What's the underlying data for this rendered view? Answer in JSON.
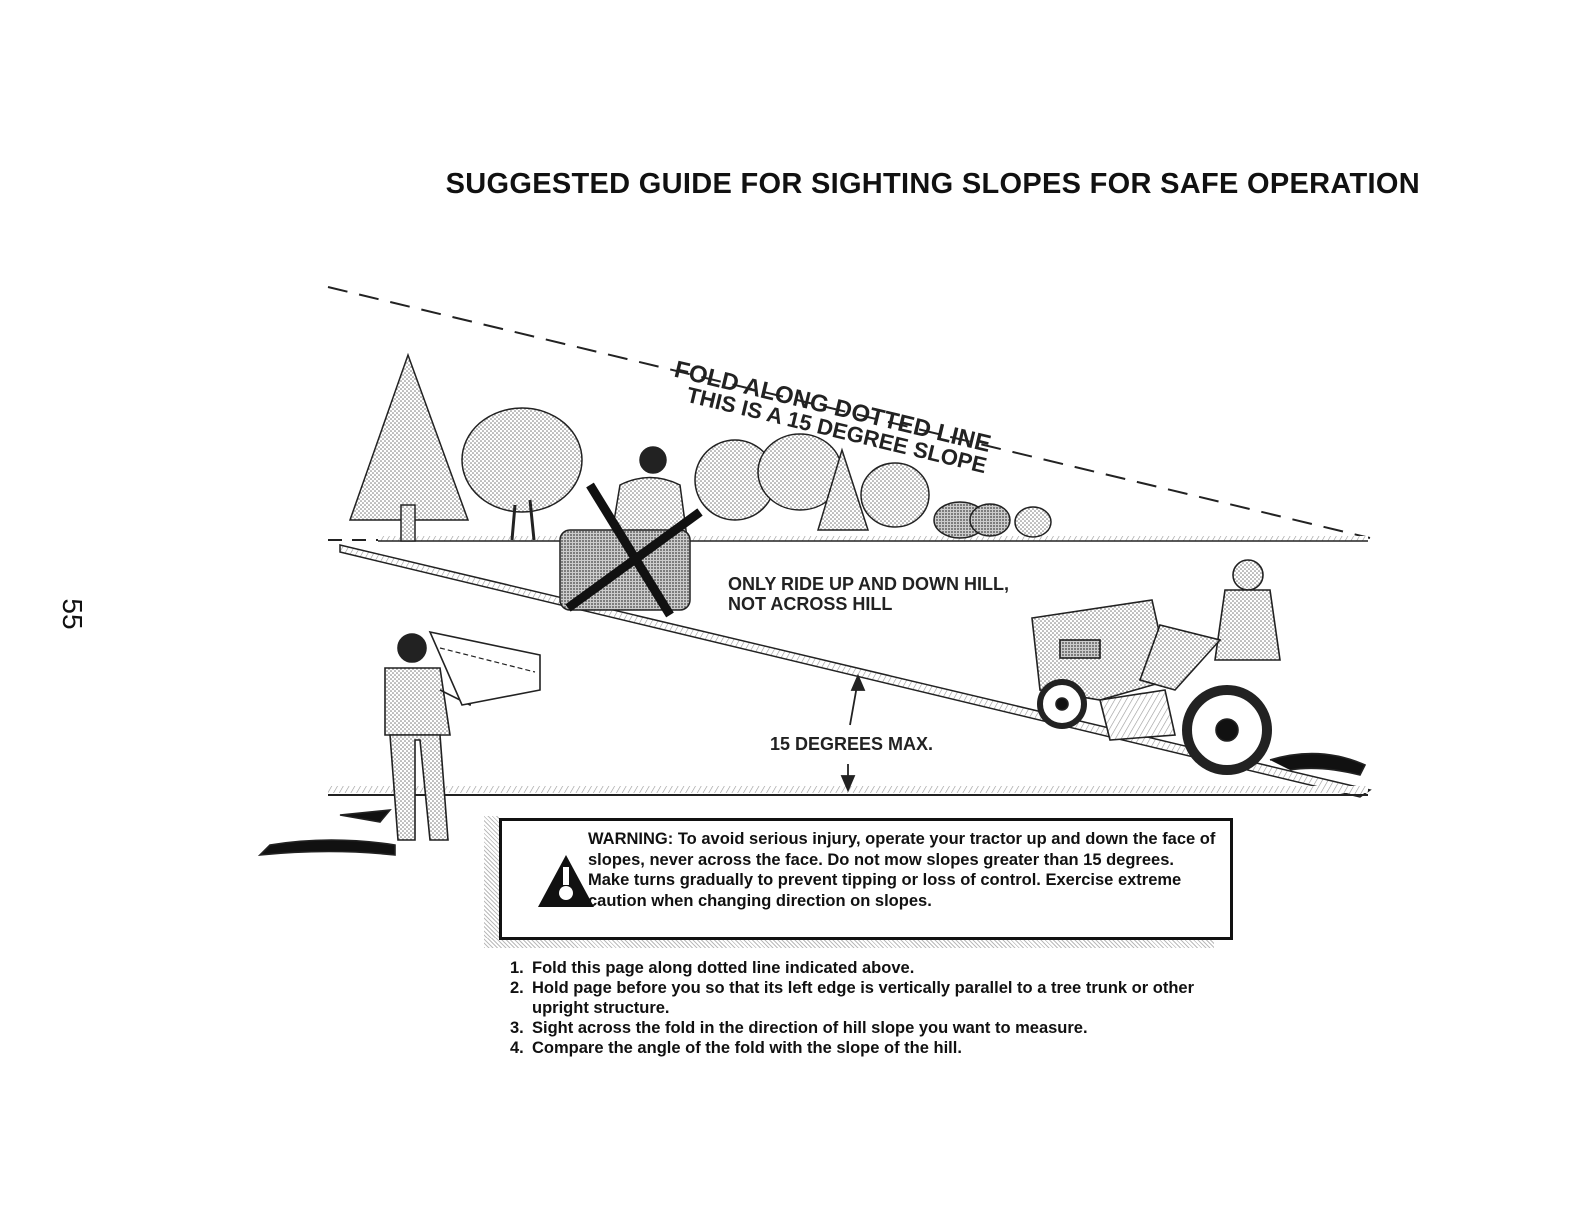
{
  "page": {
    "title": "SUGGESTED GUIDE FOR SIGHTING SLOPES FOR SAFE OPERATION",
    "page_number": "55"
  },
  "diagram": {
    "fold_label": "FOLD ALONG DOTTED LINE",
    "slope_label": "THIS IS A 15 DEGREE SLOPE",
    "ride_note_line1": "ONLY RIDE UP AND DOWN HILL,",
    "ride_note_line2": "NOT ACROSS HILL",
    "max_angle_label": "15 DEGREES MAX."
  },
  "warning": {
    "text": "WARNING: To avoid serious injury, operate your tractor up and down the face of slopes, never across the face. Do not mow slopes greater than 15 degrees. Make turns gradually to prevent tipping or loss of control. Exercise extreme caution when changing direction on slopes.",
    "icon": "warning-triangle-icon"
  },
  "instructions": [
    {
      "num": "1.",
      "text": "Fold this page along dotted line indicated above."
    },
    {
      "num": "2.",
      "text": "Hold page before you so that its left edge is vertically parallel to a tree trunk or other upright structure."
    },
    {
      "num": "3.",
      "text": "Sight across the fold in the direction of hill slope you want to measure."
    },
    {
      "num": "4.",
      "text": "Compare the angle of the fold with the slope of the hill."
    }
  ]
}
